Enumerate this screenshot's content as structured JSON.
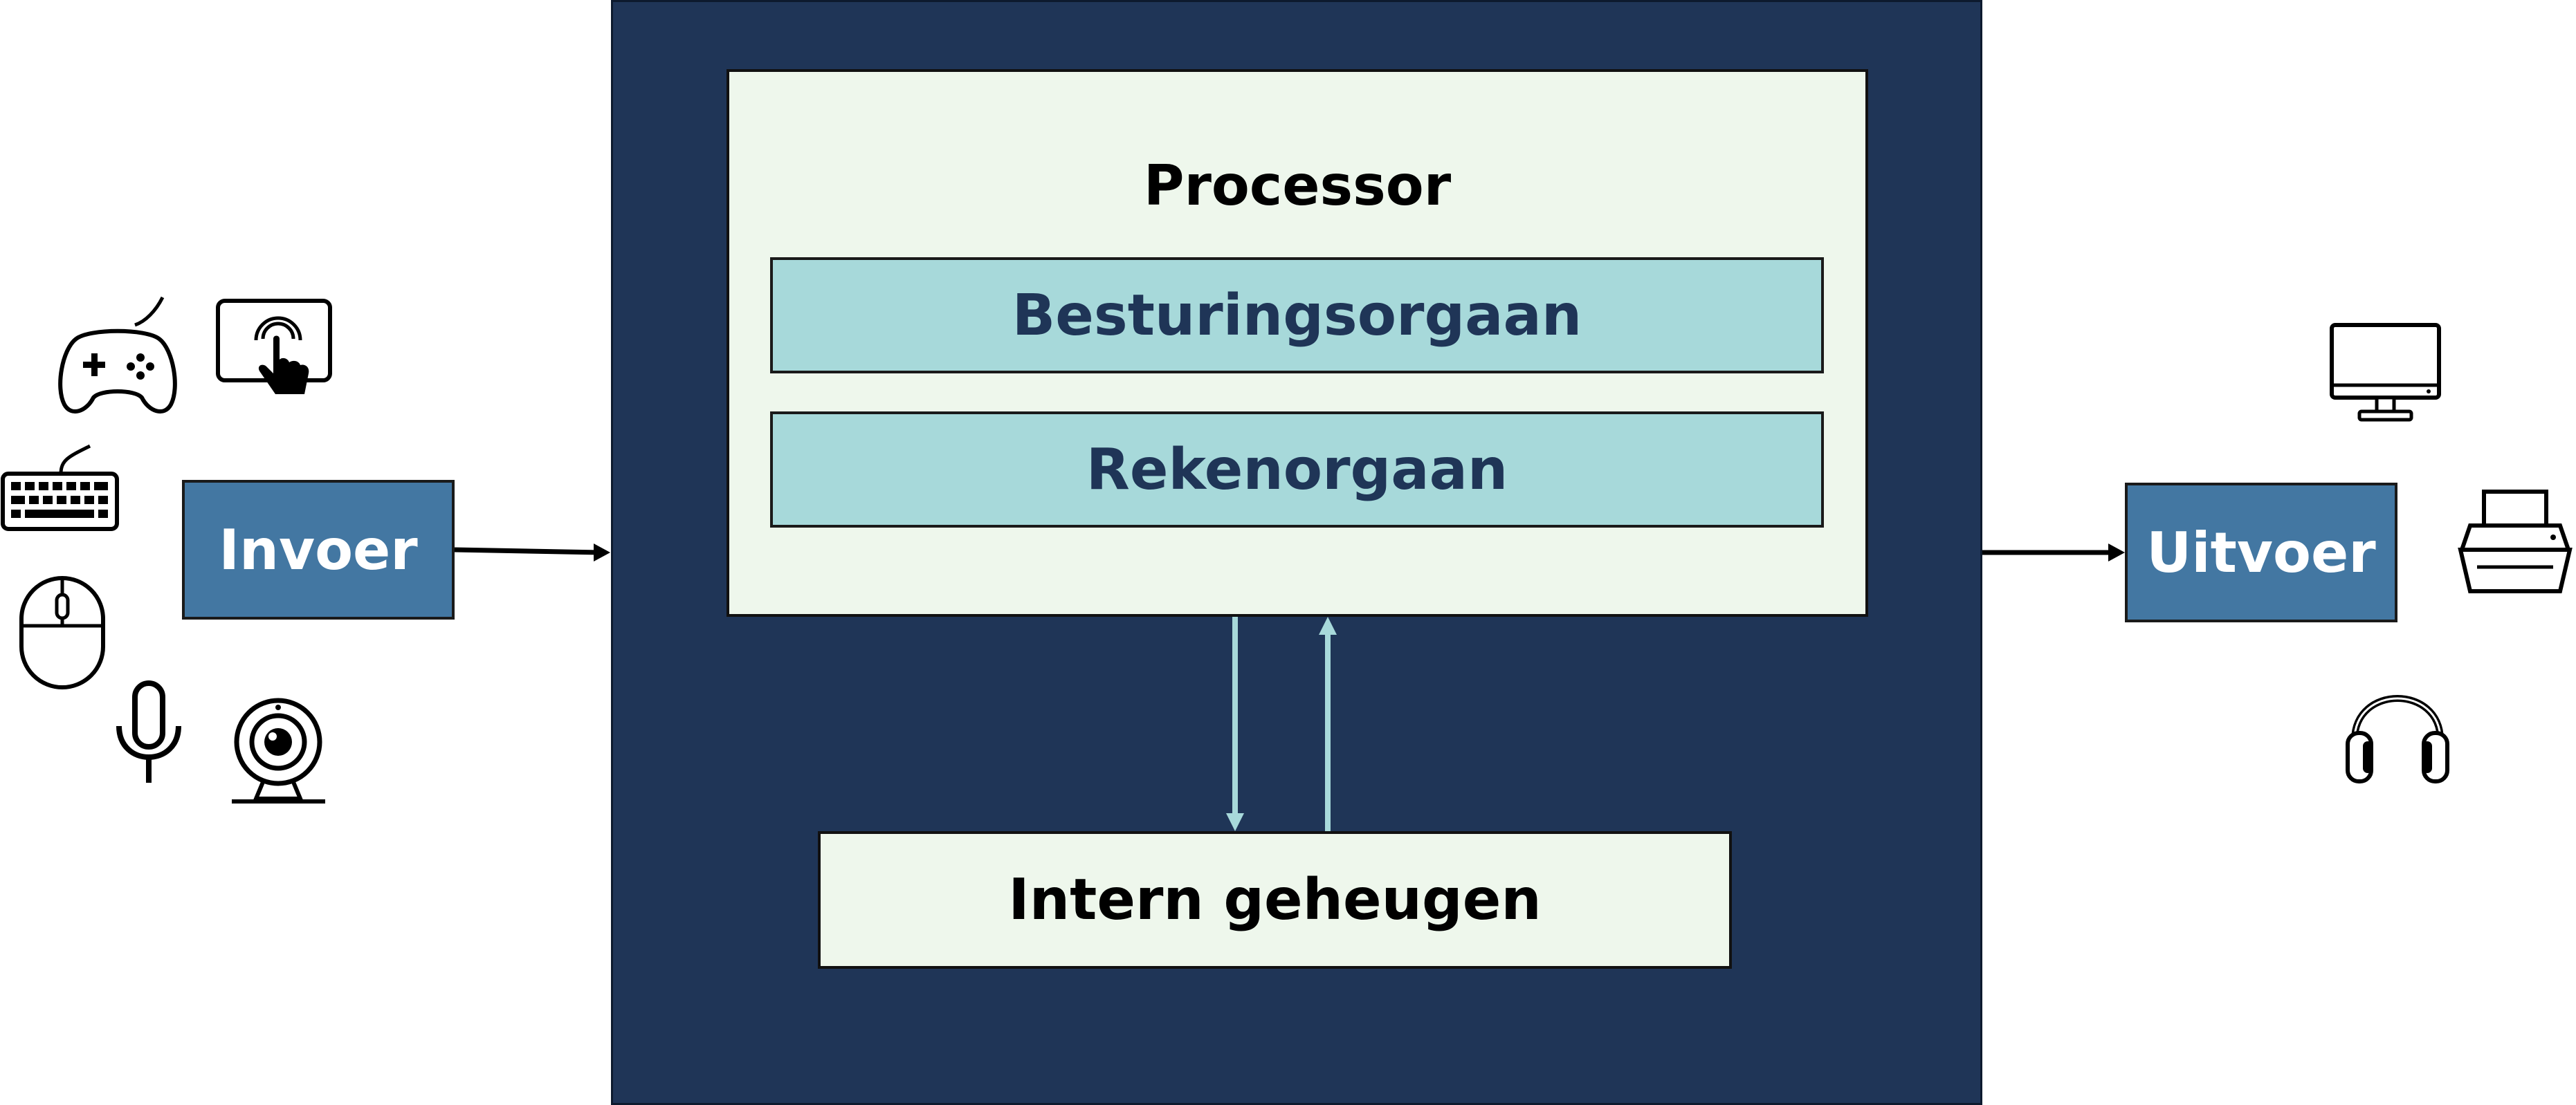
{
  "diagram": {
    "processor": {
      "title": "Processor"
    },
    "units": {
      "control": "Besturingsorgaan",
      "alu": "Rekenorgaan"
    },
    "memory": "Intern geheugen",
    "input": {
      "label": "Invoer"
    },
    "output": {
      "label": "Uitvoer"
    },
    "input_devices": [
      "gamepad-icon",
      "touchscreen-icon",
      "keyboard-icon",
      "mouse-icon",
      "microphone-icon",
      "webcam-icon"
    ],
    "output_devices": [
      "monitor-icon",
      "printer-icon",
      "headphones-icon"
    ],
    "colors": {
      "computer_bg": "#1f3557",
      "processor_bg": "#eef7ec",
      "unit_bg": "#a7d9da",
      "unit_text": "#1f3557",
      "io_bg": "#4377a2",
      "bus_arrow": "#a7d9da"
    }
  }
}
